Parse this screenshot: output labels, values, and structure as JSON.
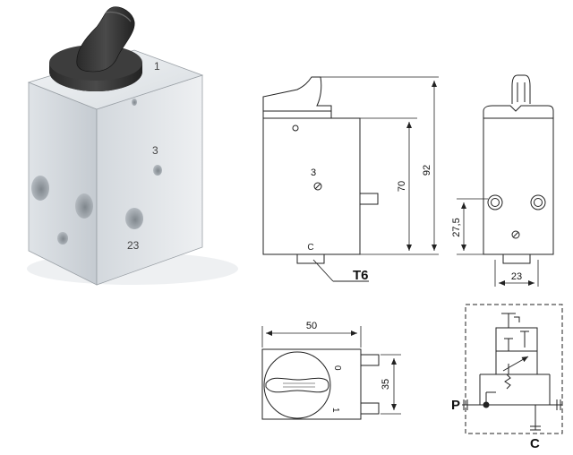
{
  "isometric": {
    "port_labels": [
      "3",
      "23"
    ],
    "knob_mark": "1"
  },
  "front_view": {
    "height_overall": "92",
    "height_body": "70",
    "port_label": "3",
    "bottom_mark": "C",
    "thread_label": "T6"
  },
  "side_view": {
    "port_height": "27,5",
    "bottom_width": "23"
  },
  "top_view": {
    "width": "50",
    "depth": "35",
    "position_0": "0",
    "position_1": "1"
  },
  "schematic": {
    "port_p": "P",
    "port_c": "C"
  },
  "colors": {
    "line": "#222222",
    "body_fill": "#ffffff",
    "knob_fill": "#3a3a3a",
    "metal_light": "#e6e9ec",
    "metal_mid": "#c9ced3",
    "metal_dark": "#aeb4ba"
  }
}
